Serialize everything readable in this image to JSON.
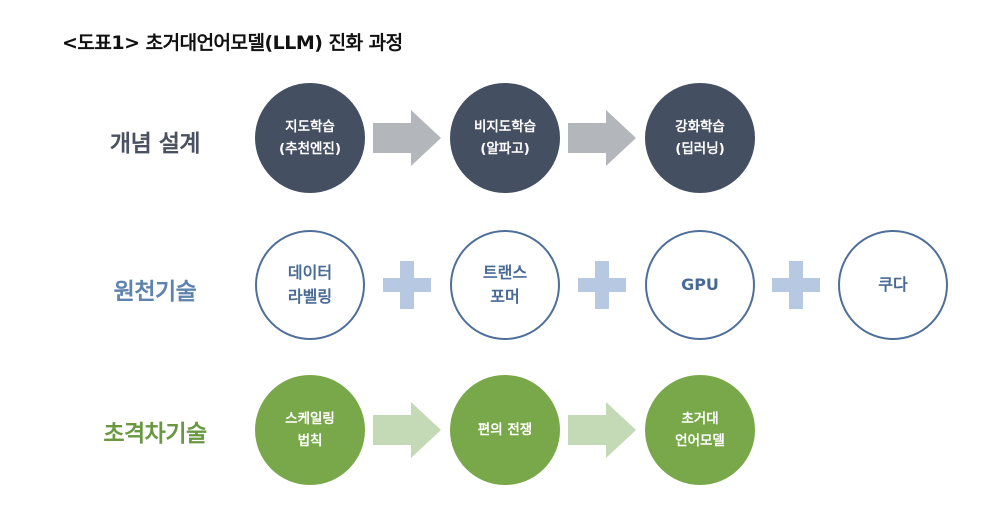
{
  "title": "<도표1> 초거대언어모델(LLM) 진화 과정",
  "colors": {
    "dark_node": "#454f62",
    "outline_node": "#4e6f9a",
    "green_node": "#79a84a",
    "gray_arrow": "#b3b6ba",
    "plus": "#b7c9e2",
    "green_arrow": "#c4d9b6",
    "label_dark": "#4a5262",
    "label_blue": "#5f83b0",
    "label_green": "#6a9842"
  },
  "rows": [
    {
      "label": "개념 설계",
      "nodes": [
        {
          "line1": "지도학습",
          "line2": "(추천엔진)"
        },
        {
          "line1": "비지도학습",
          "line2": "(알파고)"
        },
        {
          "line1": "강화학습",
          "line2": "(딥러닝)"
        }
      ],
      "connector": "arrow"
    },
    {
      "label": "원천기술",
      "nodes": [
        {
          "line1": "데이터",
          "line2": "라벨링"
        },
        {
          "line1": "트랜스",
          "line2": "포머"
        },
        {
          "line1": "GPU",
          "line2": ""
        },
        {
          "line1": "쿠다",
          "line2": ""
        }
      ],
      "connector": "plus"
    },
    {
      "label": "초격차기술",
      "nodes": [
        {
          "line1": "스케일링",
          "line2": "법칙"
        },
        {
          "line1": "편의 전쟁",
          "line2": ""
        },
        {
          "line1": "초거대",
          "line2": "언어모델"
        }
      ],
      "connector": "arrow"
    }
  ]
}
